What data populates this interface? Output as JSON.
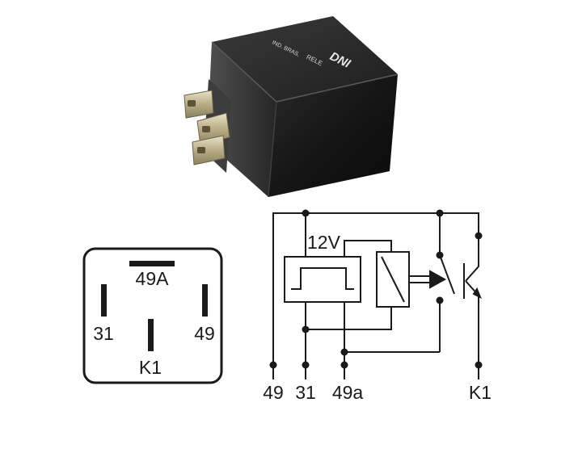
{
  "relay_photo": {
    "brand_label": "DNI",
    "type_label": "RELE",
    "model_label": "IND. BRAS."
  },
  "pinout": {
    "top_pin": "49A",
    "left_pin": "31",
    "right_pin": "49",
    "bottom_pin": "K1"
  },
  "schematic": {
    "voltage_label": "12V",
    "terminal_49": "49",
    "terminal_31": "31",
    "terminal_49a": "49a",
    "terminal_k1": "K1"
  },
  "colors": {
    "ink": "#1a1a1a",
    "relay_body": "#121212"
  }
}
